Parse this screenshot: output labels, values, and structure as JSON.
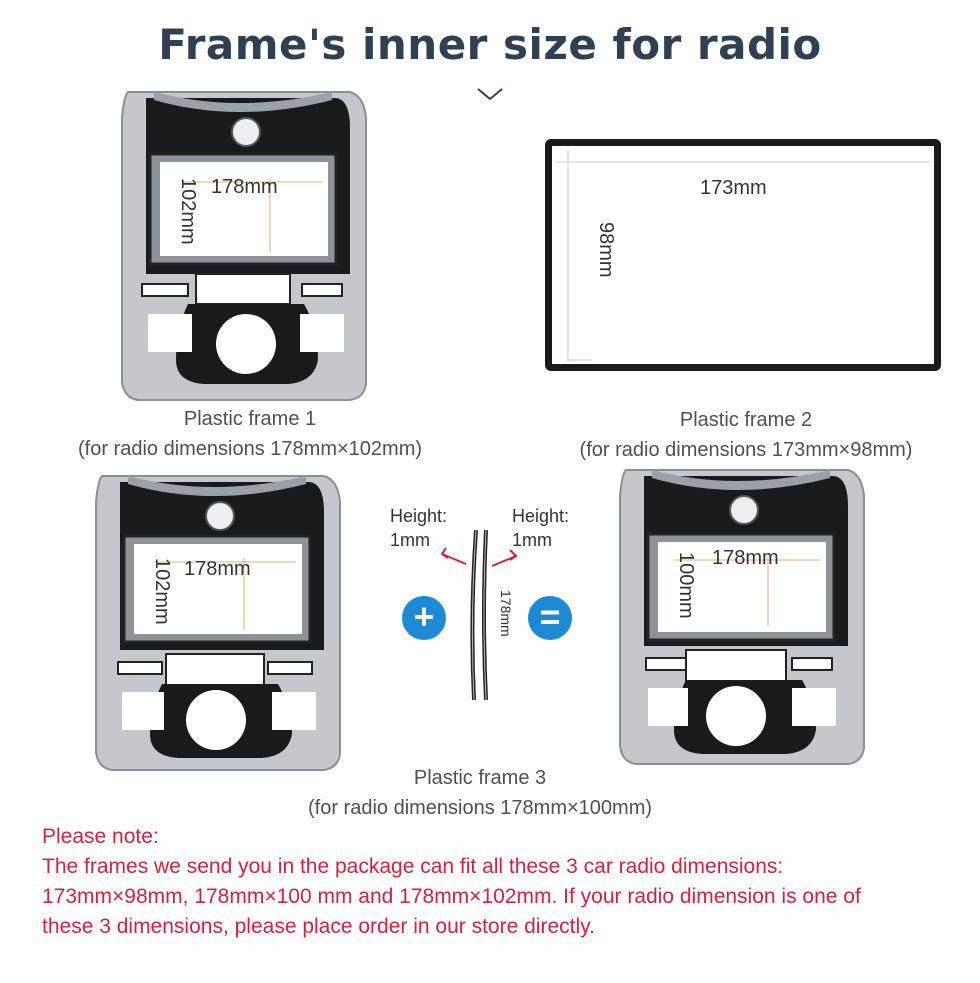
{
  "title": "Frame's inner size for radio",
  "frame1": {
    "label": "Plastic frame 1",
    "desc": "(for radio dimensions 178mm×102mm)",
    "width": "178mm",
    "height": "102mm"
  },
  "frame2": {
    "label": "Plastic frame 2",
    "desc": "(for radio dimensions 173mm×98mm)",
    "width": "173mm",
    "height": "98mm"
  },
  "frame3": {
    "label": "Plastic frame 3",
    "desc": "(for radio dimensions 178mm×100mm)",
    "left_width": "178mm",
    "left_height": "102mm",
    "right_width": "178mm",
    "right_height": "100mm",
    "strip_height_label_left": "Height:",
    "strip_height_value_left": "1mm",
    "strip_height_label_right": "Height:",
    "strip_height_value_right": "1mm",
    "strip_length": "178mm",
    "plus": "+",
    "equals": "="
  },
  "note": {
    "heading": "Please note:",
    "line1": "The frames we send you in the package can fit all these 3 car radio dimensions:",
    "line2": "173mm×98mm,  178mm×100 mm and  178mm×102mm. If your radio dimension is one of",
    "line3": "these 3 dimensions, please place order in our store directly."
  },
  "colors": {
    "title": "#2f4150",
    "note": "#d0243c",
    "accent": "#1e8ad6",
    "frame_black": "#111111",
    "frame_silver": "#c4c8cc"
  }
}
